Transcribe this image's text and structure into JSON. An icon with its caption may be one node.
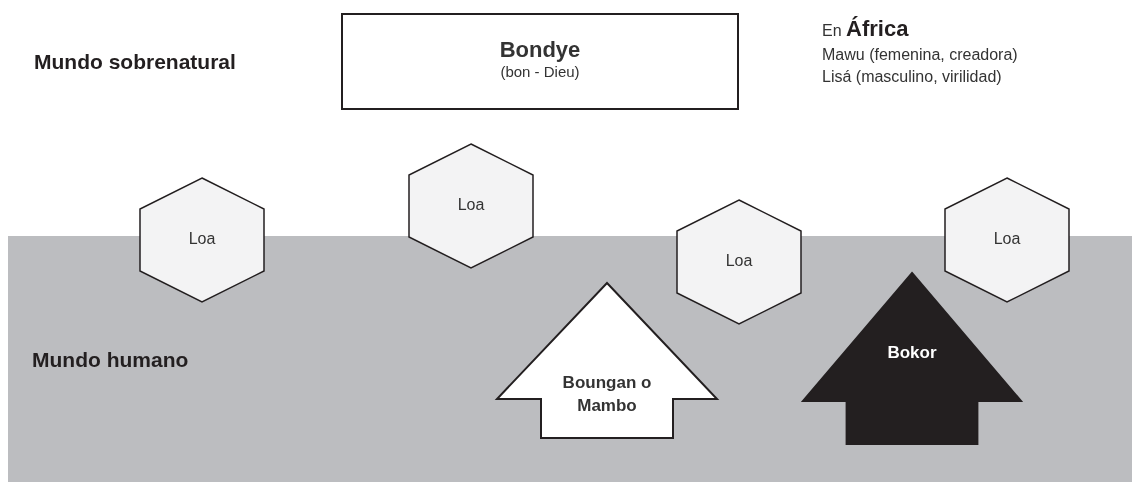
{
  "diagram": {
    "nodes": [
      {
        "text": [
          "Bondye",
          "(bon - Dieu)"
        ]
      },
      {
        "text": [
          "Loa"
        ]
      },
      {
        "text": [
          "Loa"
        ]
      },
      {
        "text": [
          "Loa"
        ]
      },
      {
        "text": [
          "Loa"
        ]
      },
      {
        "text": [
          "Mundo humano"
        ]
      },
      {
        "text": [
          "Boungan o Mambo"
        ],
        "in": 5
      },
      {
        "text": [
          "Bokor"
        ],
        "in": 5
      }
    ],
    "labels": [
      "Mundo sobrenatural",
      "En **África**",
      "Mawu (femenina, creadora)",
      "Lisá (masculino, virilidad)"
    ]
  }
}
